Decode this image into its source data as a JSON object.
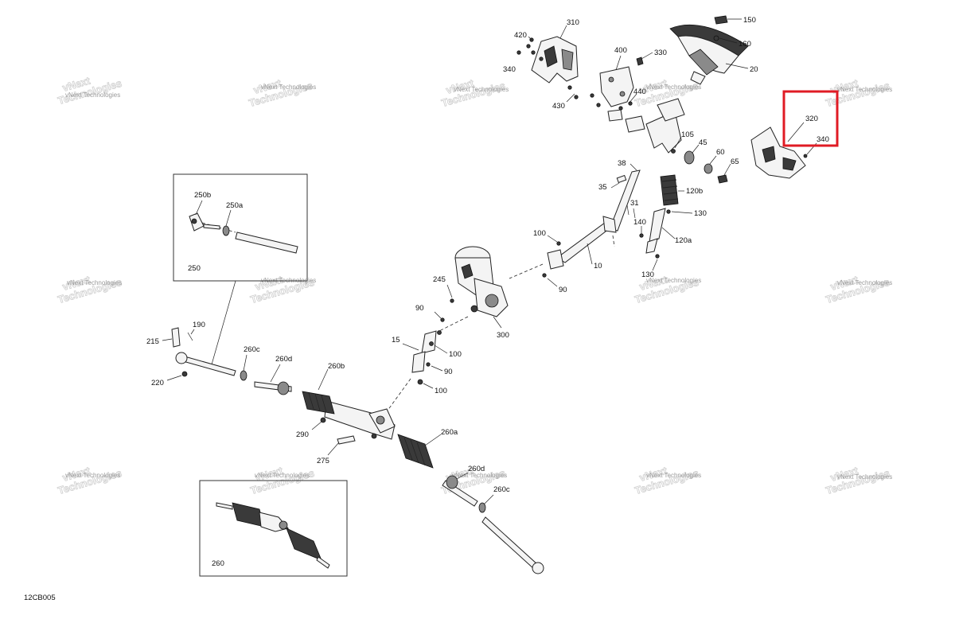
{
  "diagram": {
    "code": "12CB005",
    "watermark": {
      "line1": "vNext",
      "line2": "Technologies",
      "line3": "vNext Technologies"
    },
    "highlight_color": "#e01b24",
    "labels": {
      "p310": "310",
      "p420": "420",
      "p340a": "340",
      "p430": "430",
      "p400": "400",
      "p330": "330",
      "p440": "440",
      "p150": "150",
      "p160": "160",
      "p20": "20",
      "p320": "320",
      "p340b": "340",
      "p105": "105",
      "p45": "45",
      "p60": "60",
      "p65": "65",
      "p38": "38",
      "p35": "35",
      "p31": "31",
      "p120b": "120b",
      "p130a": "130",
      "p140": "140",
      "p120a": "120a",
      "p130b": "130",
      "p100a": "100",
      "p10": "10",
      "p90a": "90",
      "p245": "245",
      "p300": "300",
      "p90b": "90",
      "p100b": "100",
      "p15": "15",
      "p90c": "90",
      "p100c": "100",
      "p250b": "250b",
      "p250a": "250a",
      "p250": "250",
      "p190": "190",
      "p215": "215",
      "p220": "220",
      "p260c1": "260c",
      "p260d": "260d",
      "p260b": "260b",
      "p290": "290",
      "p275": "275",
      "p260a": "260a",
      "p260d2": "260d",
      "p260c2": "260c",
      "p260": "260"
    }
  }
}
